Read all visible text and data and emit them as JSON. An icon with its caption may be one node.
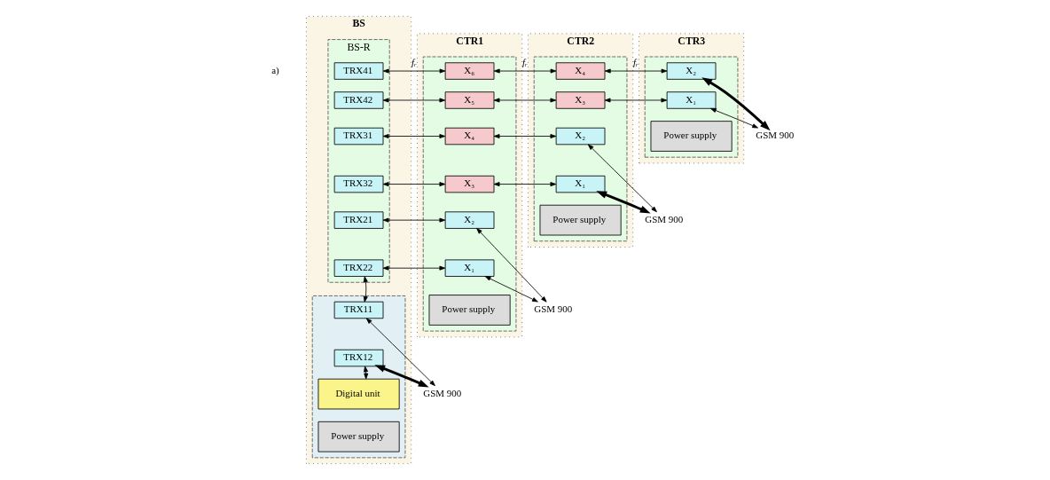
{
  "diagram": {
    "nodes": [
      {
        "text": [
          "BS"
        ]
      },
      {
        "text": [
          "BS-R"
        ],
        "in": 0
      },
      {
        "text": [
          "TRX41"
        ],
        "in": 1
      },
      {
        "text": [
          "TRX42"
        ],
        "in": 1
      },
      {
        "text": [
          "TRX31"
        ],
        "in": 1
      },
      {
        "text": [
          "TRX32"
        ],
        "in": 1
      },
      {
        "text": [
          "TRX21"
        ],
        "in": 1
      },
      {
        "text": [
          "TRX22"
        ],
        "in": 1
      },
      {
        "text": [],
        "shape": "box",
        "in": 0
      },
      {
        "text": [
          "TRX11"
        ],
        "in": 8
      },
      {
        "text": [
          "TRX12"
        ],
        "in": 8
      },
      {
        "text": [
          "Digital unit"
        ],
        "in": 8
      },
      {
        "text": [
          "Power supply"
        ],
        "in": 8
      },
      {
        "text": [
          "CTR1"
        ]
      },
      {
        "text": [],
        "shape": "box",
        "in": 13
      },
      {
        "text": [
          "X₆"
        ],
        "in": 14
      },
      {
        "text": [
          "X₅"
        ],
        "in": 14
      },
      {
        "text": [
          "X₄"
        ],
        "in": 14
      },
      {
        "text": [
          "X₃"
        ],
        "in": 14
      },
      {
        "text": [
          "X₂"
        ],
        "in": 14
      },
      {
        "text": [
          "X₁"
        ],
        "in": 14
      },
      {
        "text": [
          "Power supply"
        ],
        "in": 14
      },
      {
        "text": [
          "CTR2"
        ]
      },
      {
        "text": [],
        "shape": "box",
        "in": 22
      },
      {
        "text": [
          "X₄"
        ],
        "in": 23
      },
      {
        "text": [
          "X₃"
        ],
        "in": 23
      },
      {
        "text": [
          "X₂"
        ],
        "in": 23
      },
      {
        "text": [
          "X₁"
        ],
        "in": 23
      },
      {
        "text": [
          "Power supply"
        ],
        "in": 23
      },
      {
        "text": [
          "CTR3"
        ]
      },
      {
        "text": [],
        "shape": "box",
        "in": 29
      },
      {
        "text": [
          "X₂"
        ],
        "in": 30
      },
      {
        "text": [
          "X₁"
        ],
        "in": 30
      },
      {
        "text": [
          "Power supply"
        ],
        "in": 30
      },
      {
        "text": [
          "GSM 900"
        ]
      },
      {
        "text": [
          "GSM 900"
        ]
      },
      {
        "text": [
          "GSM 900"
        ]
      },
      {
        "text": [
          "GSM 900"
        ]
      }
    ],
    "edges": [
      {
        "from": 2,
        "to": 15,
        "arrow": "both",
        "label": "fᵣ"
      },
      {
        "from": 3,
        "to": 16,
        "arrow": "both"
      },
      {
        "from": 4,
        "to": 17,
        "arrow": "both"
      },
      {
        "from": 5,
        "to": 18,
        "arrow": "both"
      },
      {
        "from": 6,
        "to": 19,
        "arrow": "both"
      },
      {
        "from": 7,
        "to": 20,
        "arrow": "both"
      },
      {
        "from": 15,
        "to": 24,
        "arrow": "both",
        "label": "fᵣ"
      },
      {
        "from": 16,
        "to": 25,
        "arrow": "both"
      },
      {
        "from": 17,
        "to": 26,
        "arrow": "both"
      },
      {
        "from": 18,
        "to": 27,
        "arrow": "both"
      },
      {
        "from": 24,
        "to": 31,
        "arrow": "both",
        "label": "fᵣ"
      },
      {
        "from": 25,
        "to": 32,
        "arrow": "both"
      },
      {
        "from": 7,
        "to": 9,
        "arrow": "both"
      },
      {
        "from": 10,
        "to": 11,
        "arrow": "both"
      },
      {
        "from": 9,
        "to": 34,
        "arrow": "both"
      },
      {
        "from": 10,
        "to": 34,
        "arrow": "both",
        "style": "thick"
      },
      {
        "from": 19,
        "to": 35,
        "arrow": "both"
      },
      {
        "from": 20,
        "to": 35,
        "arrow": "both"
      },
      {
        "from": 26,
        "to": 36,
        "arrow": "both"
      },
      {
        "from": 27,
        "to": 36,
        "arrow": "both",
        "style": "thick"
      },
      {
        "from": 31,
        "to": 37,
        "arrow": "both",
        "style": "thick"
      },
      {
        "from": 32,
        "to": 37,
        "arrow": "both"
      }
    ],
    "labels": [
      "a)"
    ]
  }
}
